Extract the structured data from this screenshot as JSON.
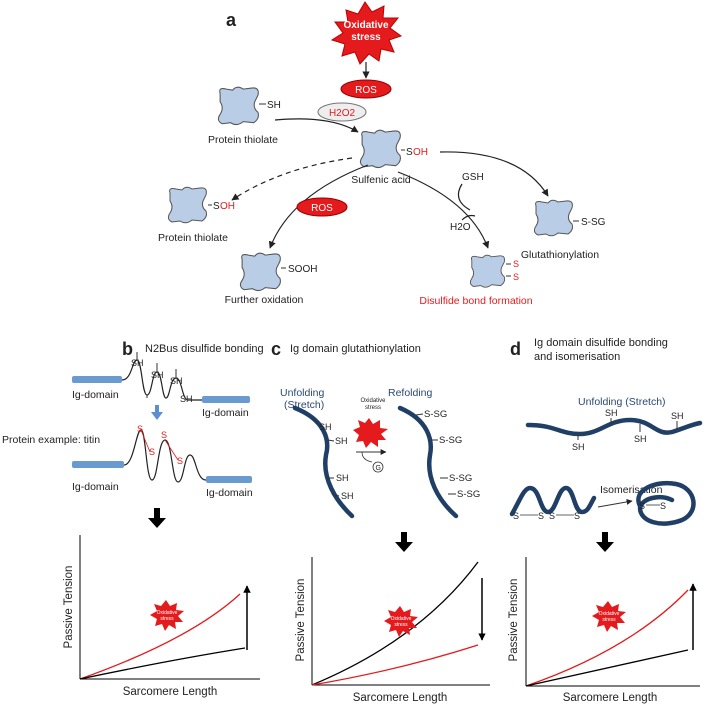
{
  "panel_a": {
    "label": "a",
    "stress_line1": "Oxidative",
    "stress_line2": "stress",
    "ros_top": "ROS",
    "h2o2": "H2O2",
    "sh": "SH",
    "protein_thiolate_top": "Protein thiolate",
    "s_oh_s": "S",
    "s_oh_oh": "OH",
    "sulfenic_acid": "Sulfenic acid",
    "protein_thiolate_left": "Protein thiolate",
    "ros_mid": "ROS",
    "sooh": "SOOH",
    "further_oxidation": "Further oxidation",
    "gsh": "GSH",
    "h2o": "H2O",
    "ss_s1": "S",
    "ss_s2": "S",
    "disulfide": "Disulfide bond formation",
    "ssg": "S-SG",
    "glutathionylation": "Glutathionylation"
  },
  "panel_b": {
    "label": "b",
    "title": "N2Bus disulfide bonding",
    "ig_left": "Ig-domain",
    "ig_right": "Ig-domain",
    "ig_left2": "Ig-domain",
    "ig_right2": "Ig-domain",
    "sh": "SH",
    "s": "S",
    "protein_example": "Protein example: titin",
    "xlabel": "Sarcomere Length",
    "ylabel": "Passive Tension",
    "burst1": "Oxidative",
    "burst2": "stress"
  },
  "panel_c": {
    "label": "c",
    "title": "Ig domain glutathionylation",
    "unfolding1": "Unfolding",
    "unfolding2": "(Stretch)",
    "refolding": "Refolding",
    "ox1": "Oxidative",
    "ox2": "stress",
    "g": "G",
    "sh": "SH",
    "ssg": "S-SG",
    "xlabel": "Sarcomere Length",
    "ylabel": "Passive Tension",
    "burst1": "Oxidative",
    "burst2": "stress"
  },
  "panel_d": {
    "label": "d",
    "title1": "Ig domain disulfide bonding",
    "title2": "and isomerisation",
    "unfolding": "Unfolding (Stretch)",
    "sh": "SH",
    "isomerisation": "Isomerisation",
    "ss_s": "S",
    "xlabel": "Sarcomere Length",
    "ylabel": "Passive Tension",
    "burst1": "Oxidative",
    "burst2": "stress"
  },
  "colors": {
    "red": "#e41a1c",
    "protein": "#b9cde6",
    "chain": "#1f3f66",
    "ig": "#6a9bd0",
    "blue_text": "#2a4a73"
  }
}
